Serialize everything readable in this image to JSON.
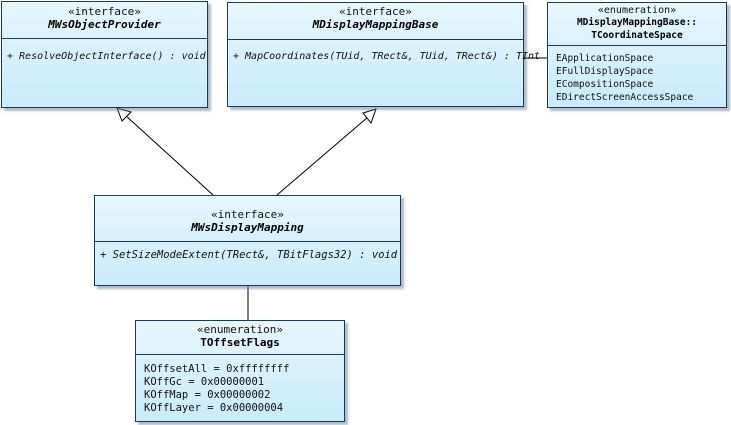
{
  "ws_object_provider": {
    "stereotype": "«interface»",
    "name": "MWsObjectProvider",
    "operation": "+ ResolveObjectInterface() : void"
  },
  "display_mapping_base": {
    "stereotype": "«interface»",
    "name": "MDisplayMappingBase",
    "operation": "+ MapCoordinates(TUid, TRect&, TUid, TRect&) : TInt"
  },
  "coordinate_space": {
    "stereotype": "«enumeration»",
    "name_line1": "MDisplayMappingBase::",
    "name_line2": "TCoordinateSpace",
    "literals": [
      "EApplicationSpace",
      "EFullDisplaySpace",
      "ECompositionSpace",
      "EDirectScreenAccessSpace"
    ]
  },
  "ws_display_mapping": {
    "stereotype": "«interface»",
    "name": "MWsDisplayMapping",
    "operation": "+ SetSizeModeExtent(TRect&, TBitFlags32) : void"
  },
  "offset_flags": {
    "stereotype": "«enumeration»",
    "name": "TOffsetFlags",
    "literals": [
      "KOffsetAll = 0xffffffff",
      "KOffGc = 0x00000001",
      "KOffMap = 0x00000002",
      "KOffLayer = 0x00000004"
    ]
  }
}
